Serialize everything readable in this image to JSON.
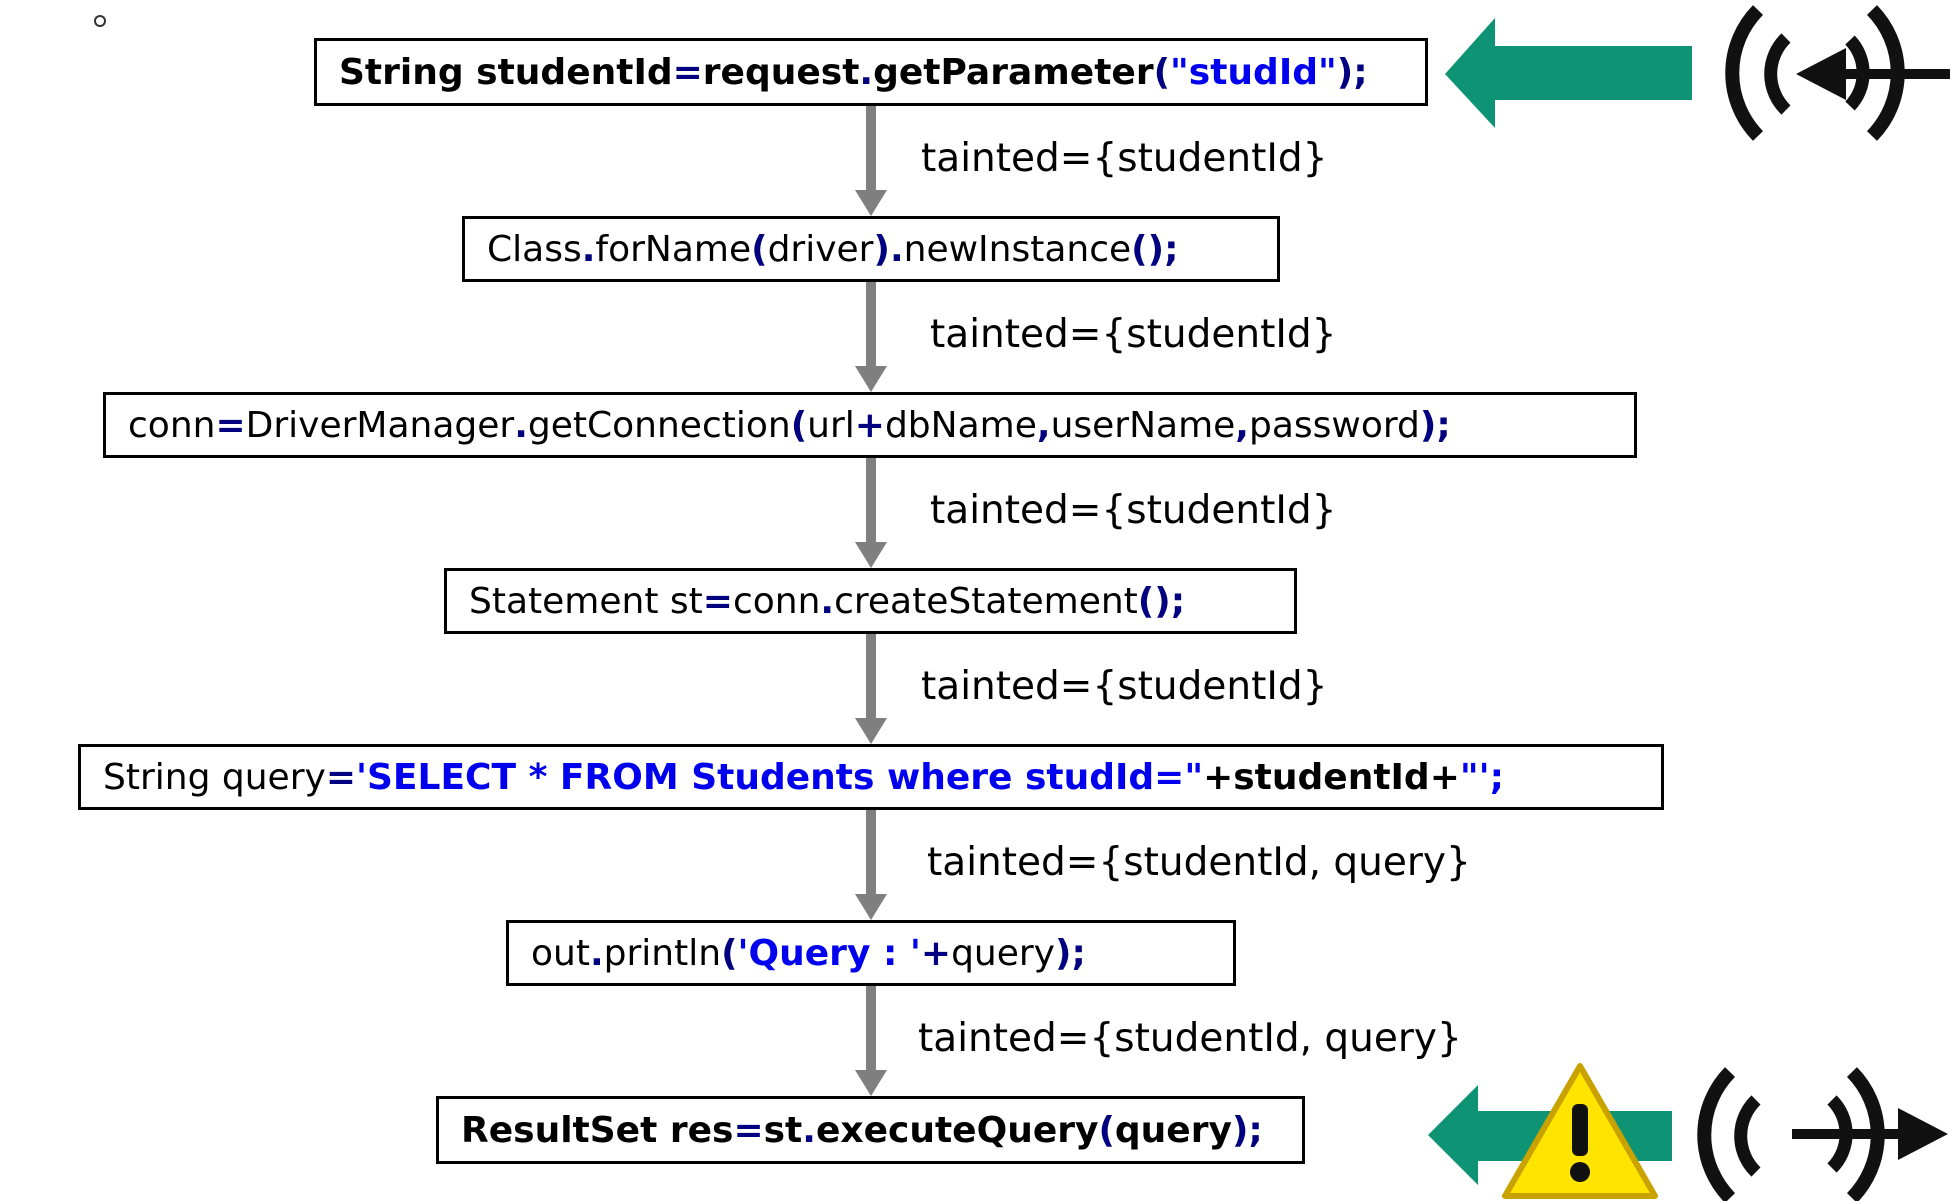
{
  "colors": {
    "teal_arrow": "#0e9474",
    "flow_arrow": "#7f7f7f",
    "string_literal": "#0000ee",
    "operator": "#000080",
    "warning_fill": "#ffe400"
  },
  "icons": {
    "source": "receive-signal-icon",
    "sink": "transmit-signal-icon",
    "warning": "warning-triangle-icon"
  },
  "statements": [
    {
      "parts": [
        {
          "t": "String studentId ",
          "c": "b"
        },
        {
          "t": "=",
          "c": "op"
        },
        {
          "t": " request",
          "c": "b"
        },
        {
          "t": ".",
          "c": "op"
        },
        {
          "t": "getParameter",
          "c": "b"
        },
        {
          "t": "(",
          "c": "op"
        },
        {
          "t": "\"studId\"",
          "c": "str"
        },
        {
          "t": ");",
          "c": "op"
        }
      ]
    },
    {
      "parts": [
        {
          "t": "Class",
          "c": ""
        },
        {
          "t": ".",
          "c": "op"
        },
        {
          "t": "forName",
          "c": ""
        },
        {
          "t": "(",
          "c": "op"
        },
        {
          "t": "driver",
          "c": ""
        },
        {
          "t": ").",
          "c": "op"
        },
        {
          "t": "newInstance",
          "c": ""
        },
        {
          "t": "();",
          "c": "op"
        }
      ]
    },
    {
      "parts": [
        {
          "t": "conn ",
          "c": ""
        },
        {
          "t": "=",
          "c": "op"
        },
        {
          "t": " DriverManager",
          "c": ""
        },
        {
          "t": ".",
          "c": "op"
        },
        {
          "t": "getConnection",
          "c": ""
        },
        {
          "t": "(",
          "c": "op"
        },
        {
          "t": "url ",
          "c": ""
        },
        {
          "t": "+",
          "c": "op"
        },
        {
          "t": " dbName",
          "c": ""
        },
        {
          "t": ",",
          "c": "op"
        },
        {
          "t": " userName",
          "c": ""
        },
        {
          "t": ",",
          "c": "op"
        },
        {
          "t": " password",
          "c": ""
        },
        {
          "t": ");",
          "c": "op"
        }
      ]
    },
    {
      "parts": [
        {
          "t": "Statement st ",
          "c": ""
        },
        {
          "t": "=",
          "c": "op"
        },
        {
          "t": " conn",
          "c": ""
        },
        {
          "t": ".",
          "c": "op"
        },
        {
          "t": "createStatement",
          "c": ""
        },
        {
          "t": "();",
          "c": "op"
        }
      ]
    },
    {
      "parts": [
        {
          "t": "String query ",
          "c": ""
        },
        {
          "t": "=",
          "c": "op"
        },
        {
          "t": " 'SELECT * FROM Students where studId=\" ",
          "c": "str"
        },
        {
          "t": "+",
          "c": "b"
        },
        {
          "t": " studentId ",
          "c": "b"
        },
        {
          "t": "+",
          "c": "b"
        },
        {
          "t": " \"';",
          "c": "str"
        }
      ]
    },
    {
      "parts": [
        {
          "t": "out",
          "c": ""
        },
        {
          "t": ".",
          "c": "op"
        },
        {
          "t": "println",
          "c": ""
        },
        {
          "t": "(",
          "c": "op"
        },
        {
          "t": "'Query : ' ",
          "c": "str"
        },
        {
          "t": "+",
          "c": "op"
        },
        {
          "t": " query",
          "c": ""
        },
        {
          "t": ");",
          "c": "op"
        }
      ]
    },
    {
      "parts": [
        {
          "t": "ResultSet res ",
          "c": "b"
        },
        {
          "t": "=",
          "c": "op"
        },
        {
          "t": " st",
          "c": "b"
        },
        {
          "t": ".",
          "c": "op"
        },
        {
          "t": "executeQuery",
          "c": "b"
        },
        {
          "t": "(",
          "c": "op"
        },
        {
          "t": "query",
          "c": "b"
        },
        {
          "t": ");",
          "c": "op"
        }
      ]
    }
  ],
  "labels": [
    "tainted={studentId}",
    "tainted={studentId}",
    "tainted={studentId}",
    "tainted={studentId}",
    "tainted={studentId, query}",
    "tainted={studentId, query}"
  ]
}
